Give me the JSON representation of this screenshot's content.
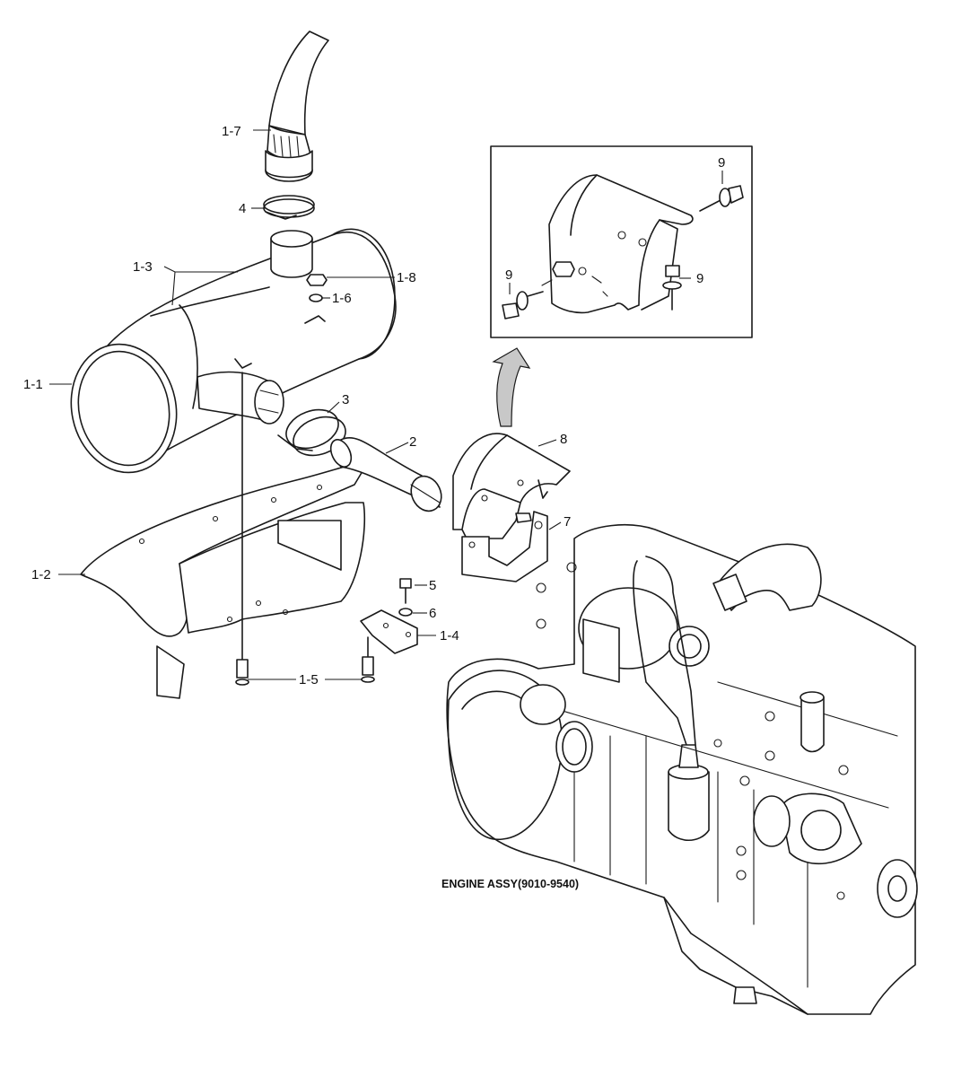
{
  "labels": {
    "l_1_7": "1-7",
    "l_4": "4",
    "l_1_3": "1-3",
    "l_1_8": "1-8",
    "l_1_6": "1-6",
    "l_1_1": "1-1",
    "l_3": "3",
    "l_2": "2",
    "l_8": "8",
    "l_7": "7",
    "l_1_2": "1-2",
    "l_5": "5",
    "l_6": "6",
    "l_1_4": "1-4",
    "l_1_5": "1-5",
    "l_9a": "9",
    "l_9b": "9",
    "l_9c": "9"
  },
  "caption": "ENGINE ASSY(9010-9540)"
}
